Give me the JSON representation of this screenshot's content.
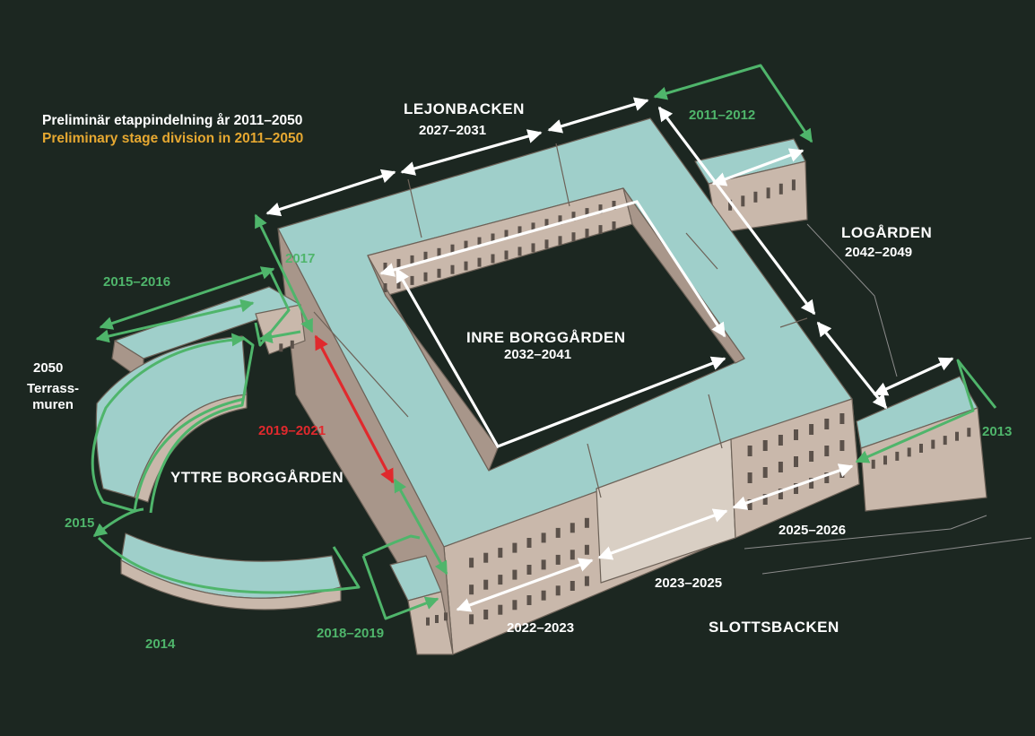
{
  "title": {
    "swedish": "Preliminär etappindelning år 2011–2050",
    "english": "Preliminary stage division in 2011–2050"
  },
  "areas": {
    "lejonbacken": "LEJONBACKEN",
    "logarden": "LOGÅRDEN",
    "inre": "INRE BORGGÅRDEN",
    "yttre": "YTTRE BORGGÅRDEN",
    "slottsbacken": "SLOTTSBACKEN",
    "terrass_1": "Terrass-",
    "terrass_2": "muren"
  },
  "stages": {
    "s2011_2012": "2011–2012",
    "s2013": "2013",
    "s2014": "2014",
    "s2015": "2015",
    "s2015_2016": "2015–2016",
    "s2017": "2017",
    "s2018_2019": "2018–2019",
    "s2019_2021": "2019–2021",
    "s2022_2023": "2022–2023",
    "s2023_2025": "2023–2025",
    "s2025_2026": "2025–2026",
    "s2027_2031": "2027–2031",
    "s2032_2041": "2032–2041",
    "s2042_2049": "2042–2049",
    "s2050": "2050"
  },
  "colors": {
    "background": "#1c2721",
    "roof": "#9fcfca",
    "facade": "#c9b8ab",
    "facade_dark": "#a8968a",
    "green_stage": "#4fb56b",
    "red_stage": "#e0292d",
    "white_stage": "#ffffff",
    "gold_text": "#e6a831"
  }
}
